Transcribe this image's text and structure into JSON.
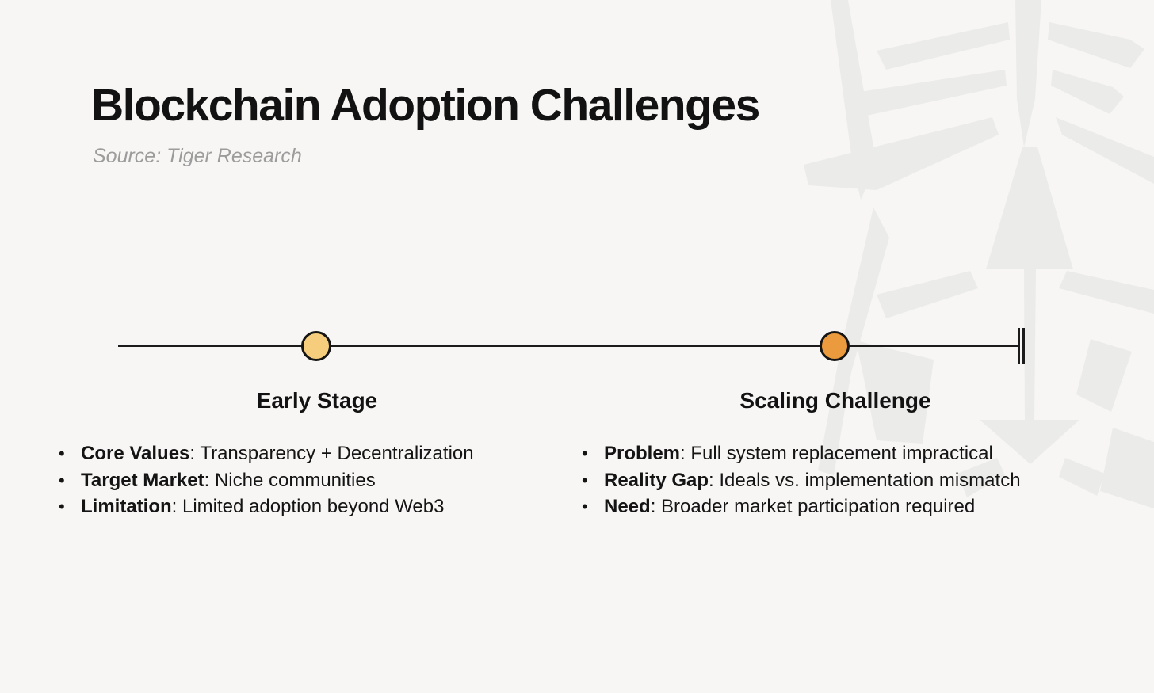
{
  "page": {
    "title": "Blockchain Adoption Challenges",
    "source": "Source: Tiger Research"
  },
  "bullet_char": "•",
  "separator": ": ",
  "colors": {
    "background": "#f7f6f4",
    "watermark": "#ebebe9",
    "text": "#141414",
    "muted_source_text": "#9c9c9c",
    "timeline_line": "#1b1b1b",
    "marker_early_stage": "#f5cd7c",
    "marker_scaling_challenge": "#eb9b3e"
  },
  "timeline": {
    "stages": [
      {
        "label": "Early Stage",
        "items": [
          {
            "term": "Core Values",
            "desc": "Transparency + Decentralization"
          },
          {
            "term": "Target Market",
            "desc": "Niche communities"
          },
          {
            "term": "Limitation",
            "desc": "Limited adoption beyond Web3"
          }
        ]
      },
      {
        "label": "Scaling Challenge",
        "items": [
          {
            "term": "Problem",
            "desc": "Full system replacement impractical"
          },
          {
            "term": "Reality Gap",
            "desc": "Ideals vs. implementation mismatch"
          },
          {
            "term": "Need",
            "desc": "Broader market participation required"
          }
        ]
      }
    ]
  }
}
